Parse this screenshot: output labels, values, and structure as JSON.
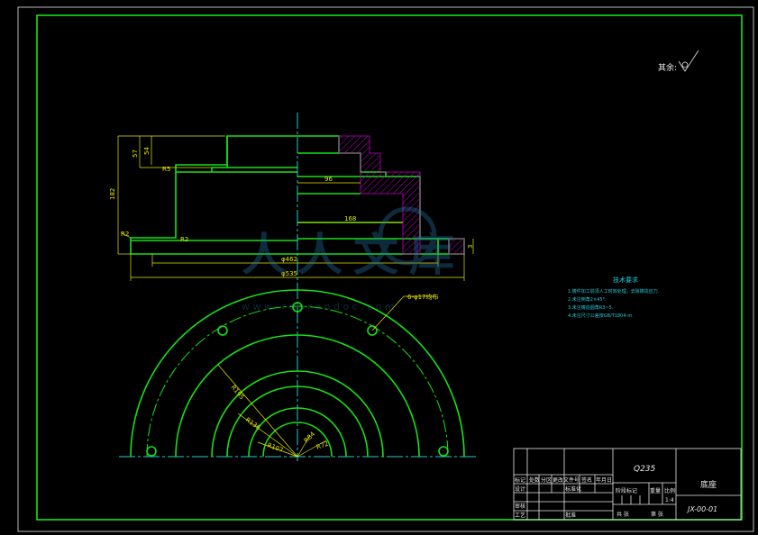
{
  "surface_mark": {
    "label": "其余:",
    "symbol": "√"
  },
  "dimensions": {
    "d57": "57",
    "d54": "54",
    "d182": "182",
    "d96": "96",
    "d168": "168",
    "d462": "φ462",
    "d535": "φ535",
    "r_left_top": "R5",
    "r_left_mid": "R2",
    "r_left_bot": "R2",
    "r_right": "3",
    "holes": "6-φ17均布",
    "r195": "R195",
    "r136": "R136",
    "r107": "R107",
    "r84": "R84",
    "r72": "R72"
  },
  "tech_req": {
    "title": "技术要求",
    "items": [
      "1.铸件加工前须人工时效处理，去除铸造应力.",
      "2.未注倒角2×45°.",
      "3.未注铸造圆角R3~5.",
      "4.未注尺寸公差按GB/T1804-m."
    ]
  },
  "watermark": {
    "text": "人人文库",
    "url": "w w w . r e n r e n d o c . c o m"
  },
  "title_block": {
    "material": "Q235",
    "part_name": "底座",
    "drawing_no": "JX-00-01",
    "row_labels": [
      "标记",
      "处数",
      "分区",
      "更改文件号",
      "签名",
      "年月日"
    ],
    "design": "设计",
    "standardize": "标准化",
    "review": "审核",
    "process": "工艺",
    "approve": "批准",
    "stage_label": "阶段标记",
    "weight": "重量",
    "scale": "比例",
    "scale_val": "1:4",
    "sheet_total": "共 张",
    "sheet_no": "第 张"
  }
}
